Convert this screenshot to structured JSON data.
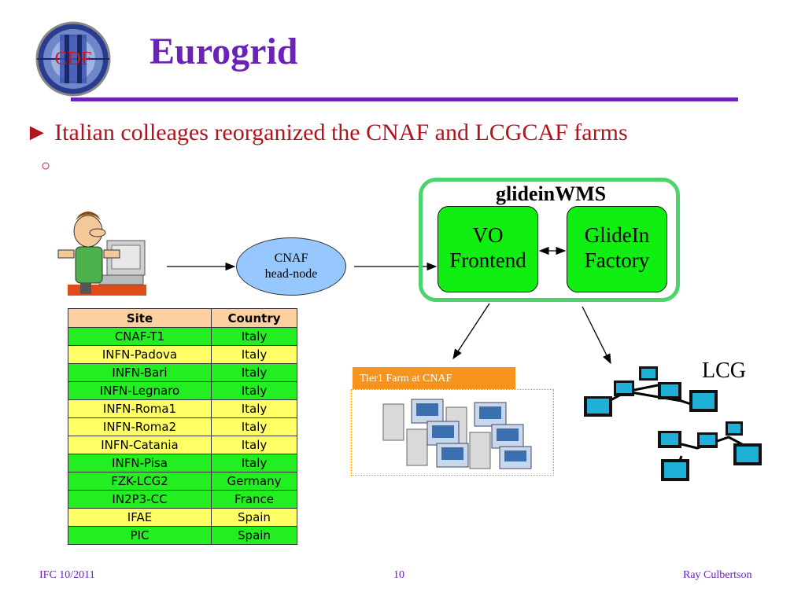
{
  "slide": {
    "title": "Eurogrid",
    "logo_text": "CDF",
    "bullet": "► Italian colleages reorganized the CNAF and LCGCAF farms",
    "subbullet": "○"
  },
  "diagram": {
    "glidein_label": "glideinWMS",
    "vo_line1": "VO",
    "vo_line2": "Frontend",
    "gf_line1": "GlideIn",
    "gf_line2": "Factory",
    "head_line1": "CNAF",
    "head_line2": "head-node",
    "tier_label": "Tier1 Farm at CNAF",
    "lcg_label": "LCG"
  },
  "table": {
    "headers": [
      "Site",
      "Country"
    ],
    "rows": [
      {
        "site": "CNAF-T1",
        "country": "Italy",
        "color": "#22ee22"
      },
      {
        "site": "INFN-Padova",
        "country": "Italy",
        "color": "#ffff66"
      },
      {
        "site": "INFN-Bari",
        "country": "Italy",
        "color": "#22ee22"
      },
      {
        "site": "INFN-Legnaro",
        "country": "Italy",
        "color": "#22ee22"
      },
      {
        "site": "INFN-Roma1",
        "country": "Italy",
        "color": "#ffff66"
      },
      {
        "site": "INFN-Roma2",
        "country": "Italy",
        "color": "#ffff66"
      },
      {
        "site": "INFN-Catania",
        "country": "Italy",
        "color": "#ffff66"
      },
      {
        "site": "INFN-Pisa",
        "country": "Italy",
        "color": "#22ee22"
      },
      {
        "site": "FZK-LCG2",
        "country": "Germany",
        "color": "#22ee22"
      },
      {
        "site": "IN2P3-CC",
        "country": "France",
        "color": "#22ee22"
      },
      {
        "site": "IFAE",
        "country": "Spain",
        "color": "#ffff66"
      },
      {
        "site": "PIC",
        "country": "Spain",
        "color": "#22ee22"
      }
    ]
  },
  "footer": {
    "left": "IFC 10/2011",
    "page": "10",
    "author": "Ray Culbertson"
  },
  "colors": {
    "title": "#6a22b8",
    "bullet": "#b2141e",
    "glidein_border": "#4cd36b",
    "node_green": "#11ee11",
    "ellipse_blue": "#96c8ff",
    "tier_orange": "#f7941d"
  },
  "icons": [
    "cdf-logo",
    "frustrated-user-icon",
    "server-cluster-icon",
    "network-computers-icon"
  ]
}
